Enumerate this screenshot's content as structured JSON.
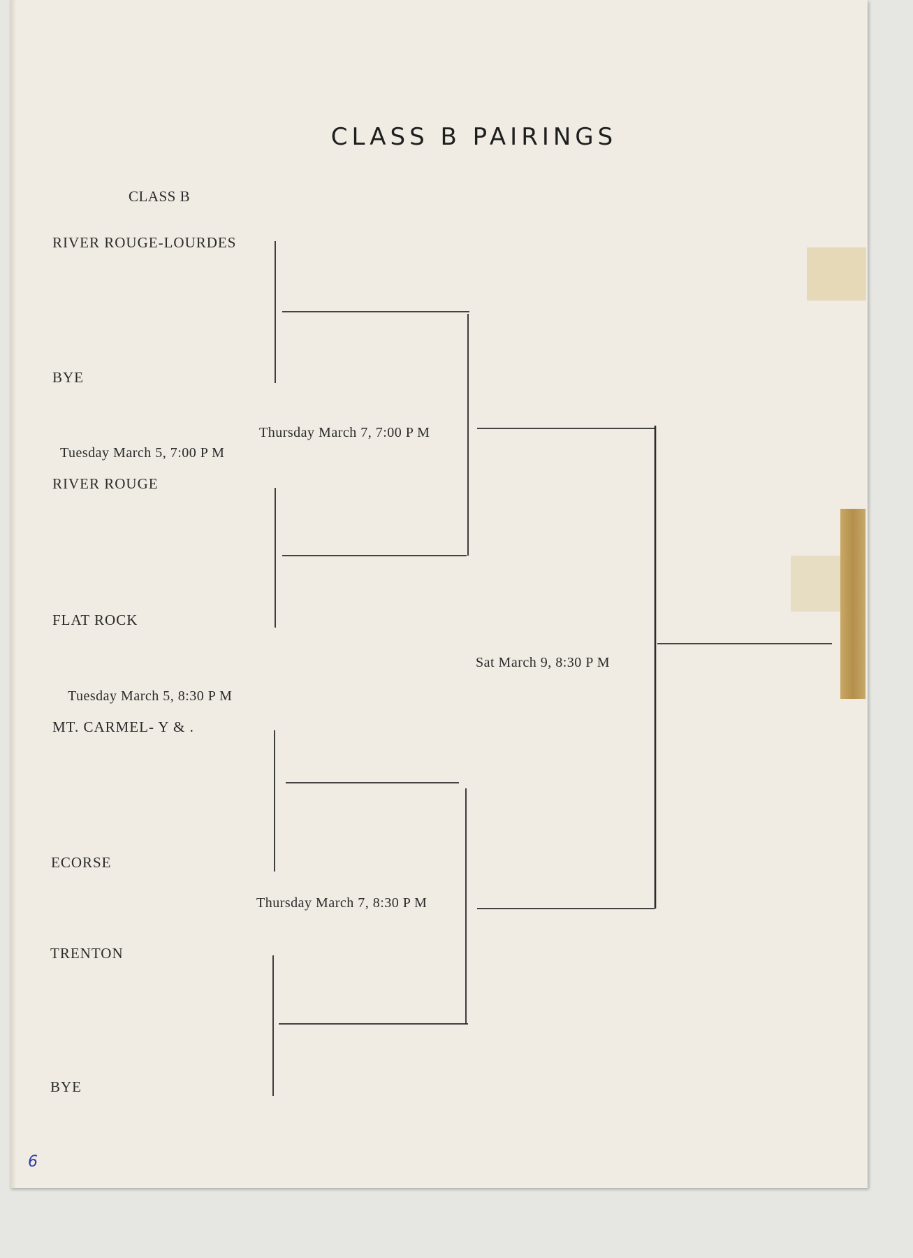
{
  "title": "CLASS B PAIRINGS",
  "subtitle": "CLASS B",
  "teams": {
    "t1": "RIVER ROUGE-LOURDES",
    "t2": "BYE",
    "t3": "RIVER ROUGE",
    "t4": "FLAT ROCK",
    "t5": "MT. CARMEL- Y & .",
    "t6": "ECORSE",
    "t7": "TRENTON",
    "t8": "BYE"
  },
  "games": {
    "tue1": "Tuesday March 5, 7:00 P M",
    "tue2": "Tuesday March 5, 8:30 P M",
    "thu1": "Thursday March 7, 7:00 P M",
    "thu2": "Thursday March 7, 8:30 P M",
    "sat": "Sat March 9, 8:30 P M"
  },
  "page_number": "6"
}
